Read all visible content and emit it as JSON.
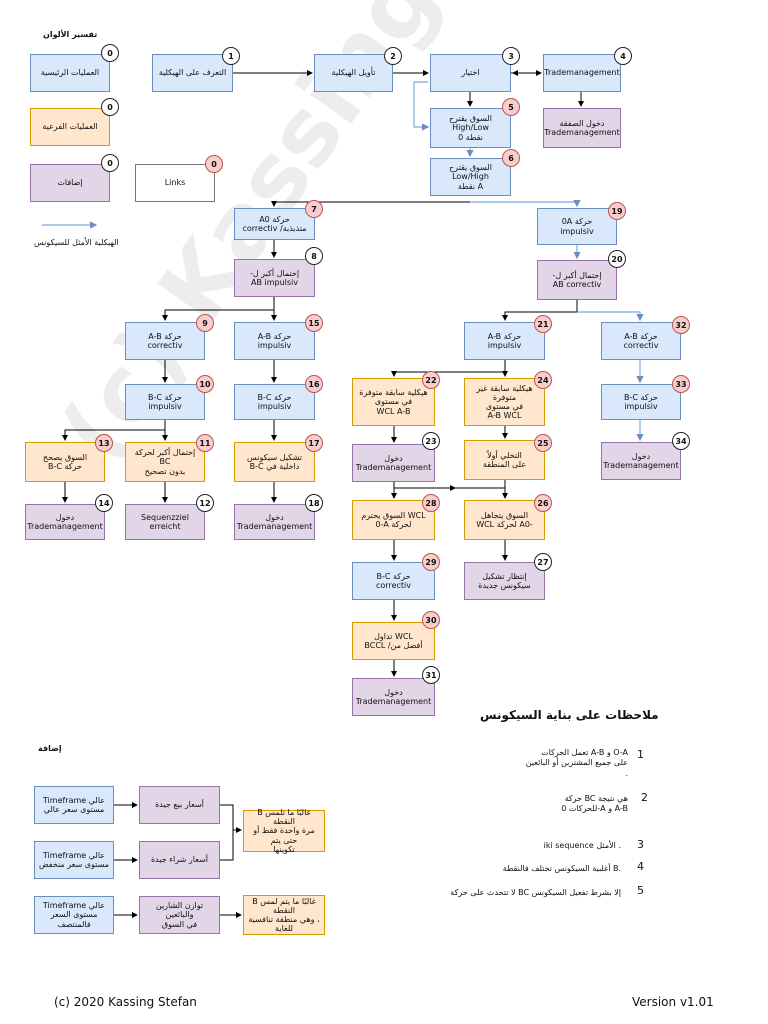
{
  "legend": {
    "title": "تفسير الألوان",
    "items": [
      {
        "label": "العمليات الرئيسية",
        "badge": "0"
      },
      {
        "label": "العمليات الفرعية",
        "badge": "0"
      },
      {
        "label": "إضافات",
        "badge": "0"
      }
    ],
    "links_label": "Links",
    "links_badge": "0",
    "arrow_label": "الهيكلية الأمثل للسيكونس"
  },
  "nodes": {
    "n1": {
      "text": "التعرف على الهيكلية",
      "badge": "1"
    },
    "n2": {
      "text": "تأويل الهيكلية",
      "badge": "2"
    },
    "n3": {
      "text": "اختيار",
      "badge": "3"
    },
    "n4": {
      "text": "Trademanagement",
      "badge": "4"
    },
    "n4b": {
      "text": "دخول الصفقة\nTrademanagement"
    },
    "n5": {
      "text": "السوق يقترح\nHigh/Low\nنقطة 0",
      "badge": "5"
    },
    "n6": {
      "text": "السوق يقترح\nLow/High\nنقطة A",
      "badge": "6"
    },
    "n7": {
      "text": "A0  حركة\ncorrectiv /متذبذبة",
      "badge": "7"
    },
    "n8": {
      "text": "-إحتمال أكبر ل\nAB impulsiv",
      "badge": "8"
    },
    "n9": {
      "text": "A-B حركة\ncorrectiv",
      "badge": "9"
    },
    "n10": {
      "text": "B-C حركة\nimpulsiv",
      "badge": "10"
    },
    "n11": {
      "text": "إحتمال أكبر لحركة\nBC\nبدون تصحيح",
      "badge": "11"
    },
    "n12": {
      "text": "Sequenzziel\nerreicht",
      "badge": "12"
    },
    "n13": {
      "text": "السوق يصحح\nB-C حركة",
      "badge": "13"
    },
    "n14": {
      "text": "دخول\nTrademanagement",
      "badge": "14"
    },
    "n15": {
      "text": "A-B حركة\nimpulsiv",
      "badge": "15"
    },
    "n16": {
      "text": "B-C حركة\nimpulsiv",
      "badge": "16"
    },
    "n17": {
      "text": "تشكيل سيكونس\nB-C داخلية في",
      "badge": "17"
    },
    "n18": {
      "text": "دخول\nTrademanagement",
      "badge": "18"
    },
    "n19": {
      "text": "0A حركة\nimpulsiv",
      "badge": "19"
    },
    "n20": {
      "text": "-إحتمال أكبر ل\nAB correctiv",
      "badge": "20"
    },
    "n21": {
      "text": "A-B حركة\nimpulsiv",
      "badge": "21"
    },
    "n22": {
      "text": "هيكلية سابقة متوفرة\nفي مستوى\nWCL  A-B",
      "badge": "22"
    },
    "n23": {
      "text": "دخول\nTrademanagement",
      "badge": "23"
    },
    "n24": {
      "text": "هيكلية سابقة غير متوفرة\nفي مستوى\nA-B  WCL",
      "badge": "24"
    },
    "n25": {
      "text": "التخلي أولاً\nعلى المنطقة",
      "badge": "25"
    },
    "n26": {
      "text": "السوق يتجاهل\nWCL لحركة A0-",
      "badge": "26"
    },
    "n27": {
      "text": "إنتظار تشكيل\nسيكونس جديدة",
      "badge": "27"
    },
    "n28": {
      "text": "السوق يحترم WCL\n0-A لحركة",
      "badge": "28"
    },
    "n29": {
      "text": "B-C حركة\ncorrectiv",
      "badge": "29"
    },
    "n30": {
      "text": "تداول WCL\nBCCL /أفضل من",
      "badge": "30"
    },
    "n31": {
      "text": "دخول\nTrademanagement",
      "badge": "31"
    },
    "n32": {
      "text": "A-B حركة\ncorrectiv",
      "badge": "32"
    },
    "n33": {
      "text": "B-C حركة\nimpulsiv",
      "badge": "33"
    },
    "n34": {
      "text": "دخول\nTrademanagement",
      "badge": "34"
    }
  },
  "addition": {
    "title": "إضافة",
    "b1": "Timeframe عالي\nمستوى سعر عالي",
    "b2": "Timeframe عالي\nمستوى سعر منخفض",
    "b3": "Timeframe عالي\nمستوى السعر فالمنتصف",
    "s1": "أسعار بيع جيدة",
    "s2": "أسعار شراء جيدة",
    "s3": "توازن الشارين والبائعين\nفي السوق",
    "r1": "B غالبًا ما تلمس النقطة\nمرة واحدة فقط أو حتى يتم\nتكوينها",
    "r2": "B غالبًا ما يتم لمس النقطة\nوهي منطقة تنافسية ،\nللغاية"
  },
  "notes": {
    "title": "ملاحظات على بناية السيكونس",
    "items": [
      {
        "num": "1",
        "text": "تعمل الحركات  A-B و O-A\nعلى جميع المشترين أو البائعين\n."
      },
      {
        "num": "2",
        "text": "حركة  BC هي نتيجة\nللحركات 0-A  و A-B"
      },
      {
        "num": "3",
        "text": "iki sequence  الأمثل ."
      },
      {
        "num": "4",
        "text": "أغلبية السيكونس تختلف فالنقطة B."
      },
      {
        "num": "5",
        "text": "لا تتحدث على حركة BC إلا بشرط تفعيل السيكونس"
      }
    ]
  },
  "footer": {
    "left": "(c) 2020 Kassing Stefan",
    "right": "Version v1.01"
  },
  "watermark": "(c) Kassing Stefan",
  "colors": {
    "main": "#dae8fc",
    "sub": "#ffe6cc",
    "extra": "#e1d5e7",
    "badge_red": "#f8cecc",
    "optimal_arrow": "#7ea6e0"
  }
}
